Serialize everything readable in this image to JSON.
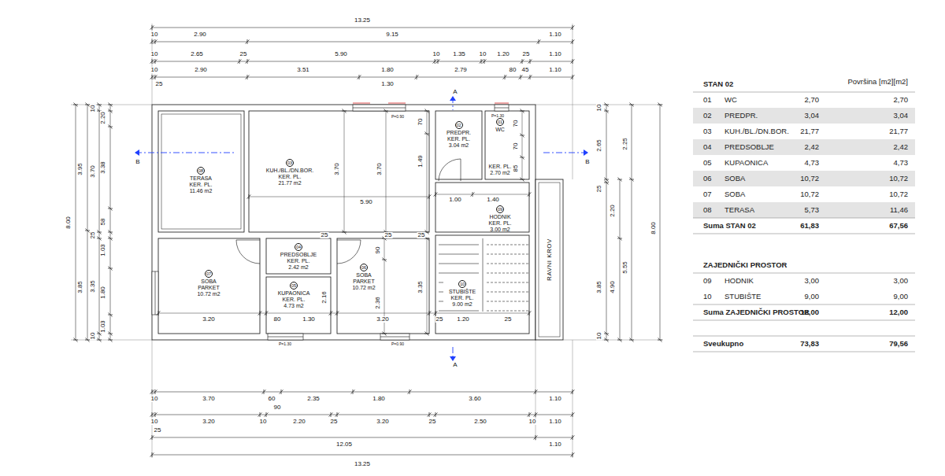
{
  "diagram": {
    "nodes": [
      {
        "text": [
          "08",
          "TERASA",
          "KER. PL.",
          "11.46 m2"
        ]
      },
      {
        "text": [
          "03",
          "KUH./BL./DN.BOR.",
          "KER. PL.",
          "21.77 m2"
        ]
      },
      {
        "text": [
          "02",
          "PREDPR.",
          "KER. PL.",
          "3.04 m2"
        ]
      },
      {
        "text": [
          "01",
          "WC",
          "KER. PL.",
          "2.70 m2"
        ]
      },
      {
        "text": [
          "09",
          "HODNIK",
          "KER. PL.",
          "3.00 m2"
        ]
      },
      {
        "text": [
          "07",
          "SOBA",
          "PARKET",
          "10.72 m2"
        ]
      },
      {
        "text": [
          "04",
          "PREDSOBLJE",
          "KER. PL.",
          "2.42 m2"
        ]
      },
      {
        "text": [
          "05",
          "KUPAONICA",
          "KER. PL.",
          "4.73 m2"
        ]
      },
      {
        "text": [
          "06",
          "SOBA",
          "PARKET",
          "10.72 m2"
        ]
      },
      {
        "text": [
          "10",
          "STUBIŠTE",
          "KER. PL.",
          "9.00 m2"
        ]
      },
      {
        "text": [
          "RAVNI KROV"
        ]
      }
    ],
    "labels": [
      "13.25",
      "10",
      "2.90",
      "9.15",
      "1.10",
      "10",
      "2.65",
      "25",
      "5.90",
      "10",
      "1.35",
      "10",
      "1.20",
      "25",
      "1.10",
      "10",
      "25",
      "2.90",
      "3.51",
      "1.80",
      "1.30",
      "2.79",
      "80",
      "45",
      "1.10",
      "10",
      "3.70",
      "60",
      "90",
      "2.35",
      "1.80",
      "3.60",
      "1.10",
      "10",
      "3.20",
      "10",
      "2.20",
      "25",
      "3.20",
      "25",
      "2.50",
      "10",
      "1.10",
      "25",
      "12.05",
      "1.10",
      "13.25",
      "8.00",
      "3.95",
      "3.85",
      "10",
      "3.70",
      "25",
      "3.35",
      "10",
      "2.20",
      "3.38",
      "58",
      "1.03",
      "1.80",
      "1.03",
      "10",
      "2.65",
      "25",
      "3.85",
      "10",
      "2.20",
      "4.90",
      "2.25",
      "5.55",
      "8.00",
      "5.90",
      "3.70",
      "3.70",
      "1.49",
      "70",
      "1.00",
      "1.40",
      "70",
      "70",
      "85",
      "3.20",
      "80",
      "1.30",
      "3.20",
      "25",
      "1.20",
      "25",
      "2.36",
      "3.35",
      "2.16",
      "90",
      "25",
      "25",
      "25",
      "P=0.90",
      "P=1.30",
      "P=1.30",
      "P=0.90",
      "A",
      "A",
      "B",
      "B",
      "STAN 02",
      "Površina [m2][m2]",
      "01",
      "WC",
      "2,70",
      "2,70",
      "02",
      "PREDPR.",
      "3,04",
      "3,04",
      "03",
      "KUH./BL./DN.BOR.",
      "21,77",
      "21,77",
      "04",
      "PREDSOBLJE",
      "2,42",
      "2,42",
      "05",
      "KUPAONICA",
      "4,73",
      "4,73",
      "06",
      "SOBA",
      "10,72",
      "10,72",
      "07",
      "SOBA",
      "10,72",
      "10,72",
      "08",
      "TERASA",
      "5,73",
      "11,46",
      "Suma STAN 02",
      "61,83",
      "67,56",
      "ZAJEDNIČKI PROSTOR",
      "09",
      "HODNIK",
      "3,00",
      "3,00",
      "10",
      "STUBIŠTE",
      "9,00",
      "9,00",
      "Suma ZAJEDNIČKI PROSTOR",
      "12,00",
      "12,00",
      "Sveukupno",
      "73,83",
      "79,56"
    ]
  }
}
